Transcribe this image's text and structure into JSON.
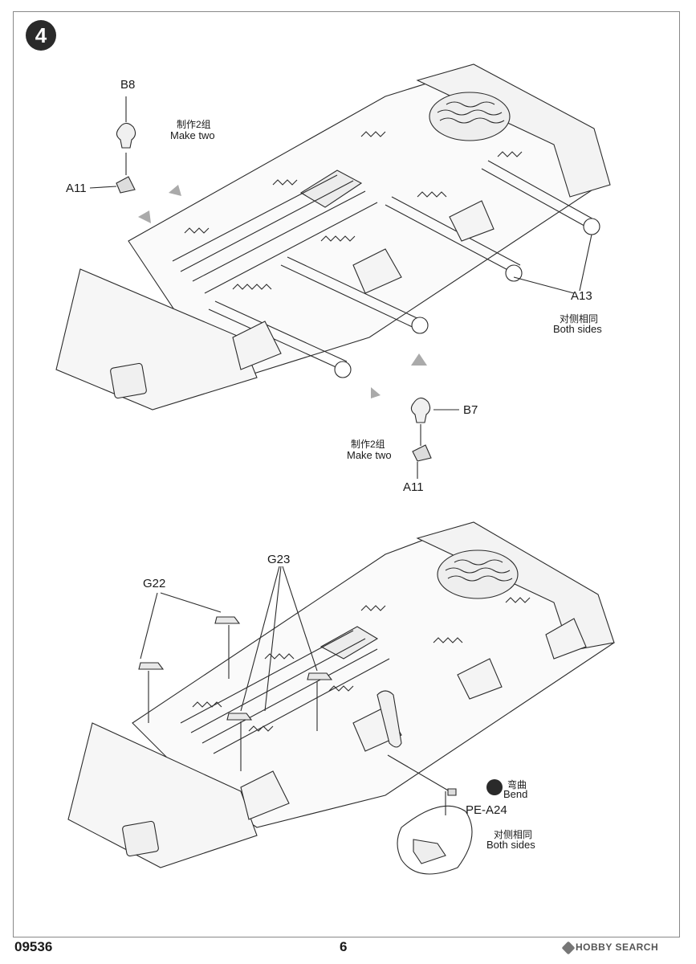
{
  "step_number": "4",
  "upper_assembly": {
    "part_b8": "B8",
    "make_two_cn": "制作2组",
    "make_two_en": "Make two",
    "part_a11": "A11",
    "part_a13": "A13",
    "both_sides_cn": "对侧相同",
    "both_sides_en": "Both sides",
    "part_b7": "B7",
    "make_two_cn_2": "制作2组",
    "make_two_en_2": "Make two",
    "part_a11_2": "A11"
  },
  "lower_assembly": {
    "part_g22": "G22",
    "part_g23": "G23",
    "bend_cn": "弯曲",
    "bend_en": "Bend",
    "part_pe_a24": "PE-A24",
    "both_sides_cn": "对侧相同",
    "both_sides_en": "Both sides"
  },
  "footer": {
    "kit_code": "09536",
    "page_number": "6",
    "watermark": "HOBBY SEARCH"
  },
  "icons": [
    "step-badge",
    "bend-icon",
    "arrow-icon"
  ]
}
